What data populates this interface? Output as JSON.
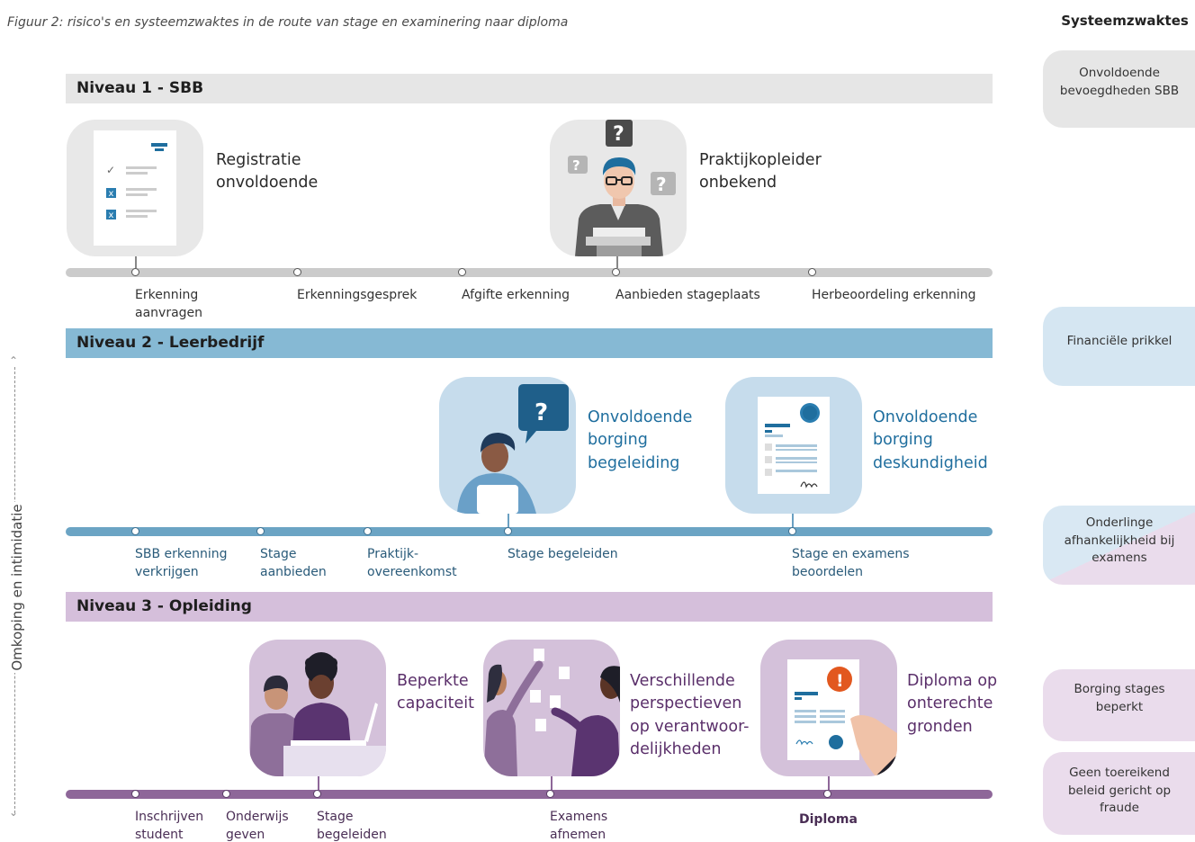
{
  "caption": "Figuur 2: risico's en systeemzwaktes in de route van stage en examinering naar diploma",
  "side_label": "Omkoping en intimidatie",
  "system_weaknesses": {
    "title": "Systeemzwaktes",
    "items": [
      "Onvoldoende bevoegdheden SBB",
      "Financiële prikkel",
      "Onderlinge afhankelijkheid bij examens",
      "Borging stages beperkt",
      "Geen toereikend beleid gericht op fraude"
    ]
  },
  "levels": [
    {
      "title": "Niveau 1 - SBB",
      "steps": [
        "Erkenning\naanvragen",
        "Erkenningsgesprek",
        "Afgifte erkenning",
        "Aanbieden stageplaats",
        "Herbeoordeling erkenning"
      ],
      "risks": [
        "Registratie\nonvoldoende",
        "Praktijkopleider\nonbekend"
      ]
    },
    {
      "title": "Niveau 2 - Leerbedrijf",
      "steps": [
        "SBB erkenning\nverkrijgen",
        "Stage\naanbieden",
        "Praktijk-\novereenkomst",
        "Stage begeleiden",
        "Stage en examens\nbeoordelen"
      ],
      "risks": [
        "Onvoldoende\nborging\nbegeleiding",
        "Onvoldoende\nborging\ndeskundigheid"
      ]
    },
    {
      "title": "Niveau 3 - Opleiding",
      "steps": [
        "Inschrijven\nstudent",
        "Onderwijs\ngeven",
        "Stage\nbegeleiden",
        "Examens\nafnemen",
        "Diploma"
      ],
      "risks": [
        "Beperkte\ncapaciteit",
        "Verschillende\nperspectieven\nop verantwoor-\ndelijkheden",
        "Diploma op\nonterechte\ngronden"
      ]
    }
  ],
  "icons": {
    "question_mark": "?",
    "warning_mark": "!"
  }
}
